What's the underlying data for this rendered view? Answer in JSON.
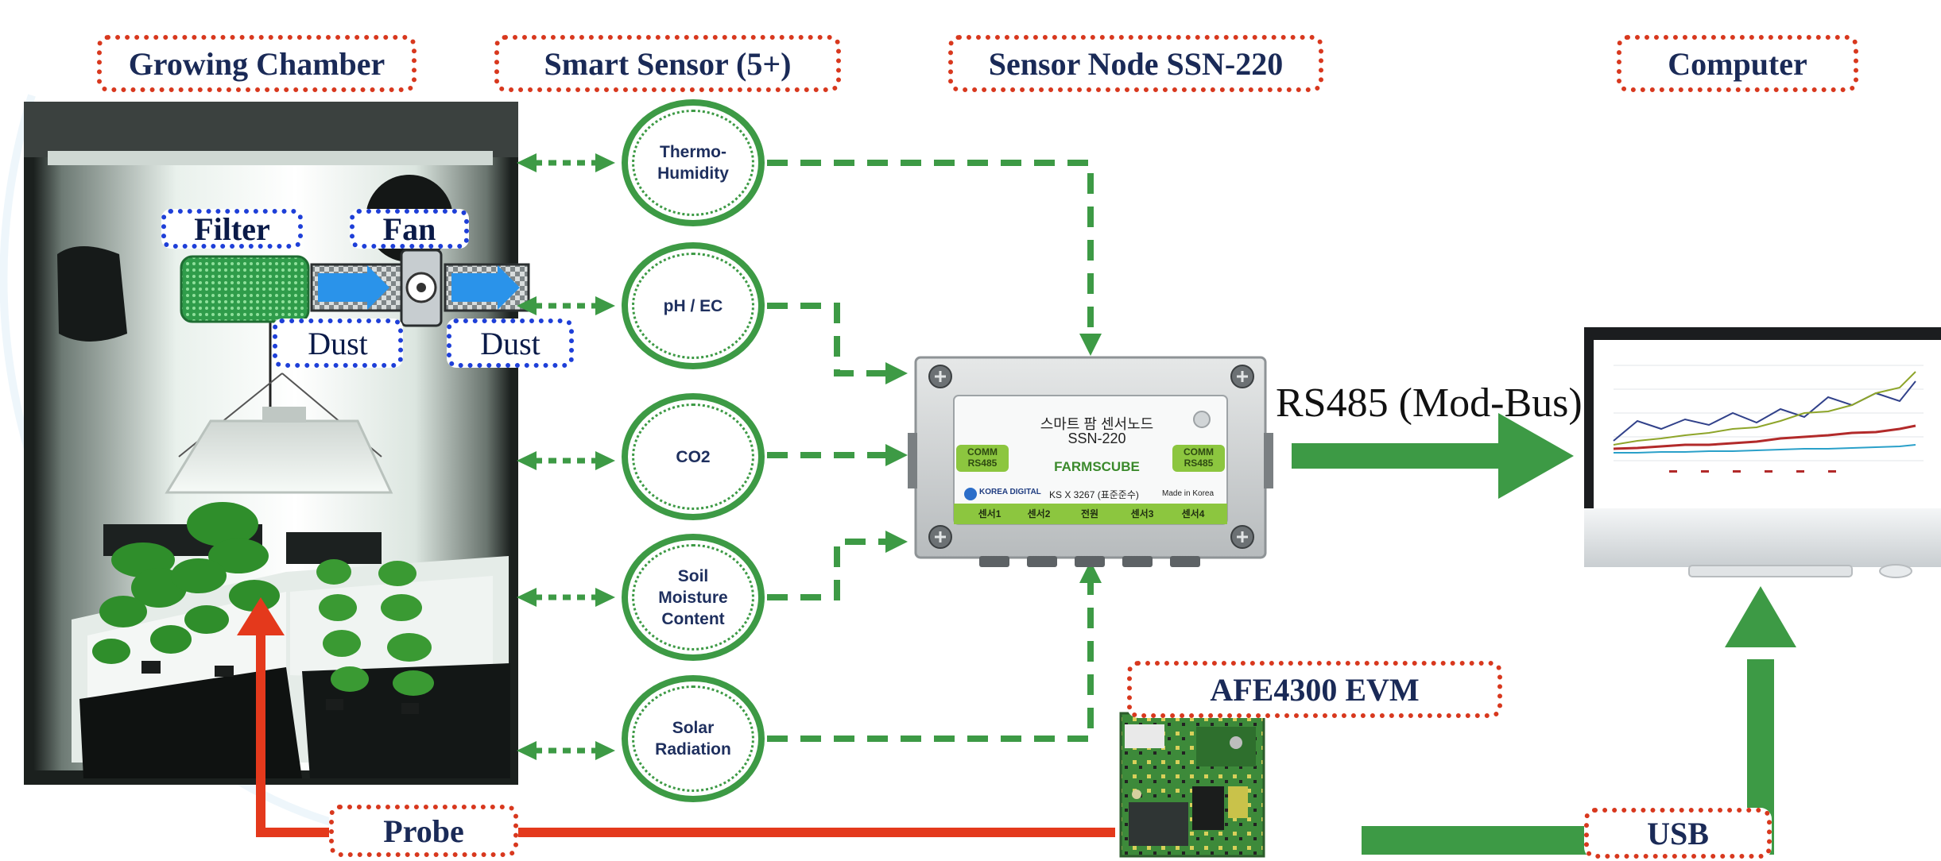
{
  "headers": {
    "growing_chamber": "Growing Chamber",
    "smart_sensor": "Smart Sensor (5+)",
    "sensor_node": "Sensor Node SSN-220",
    "computer": "Computer",
    "afe_evm": "AFE4300 EVM"
  },
  "chamber_labels": {
    "filter": "Filter",
    "fan": "Fan",
    "dust_left": "Dust",
    "dust_right": "Dust"
  },
  "sensors": [
    {
      "label": "Thermo-\nHumidity"
    },
    {
      "label": "pH / EC"
    },
    {
      "label": "CO2"
    },
    {
      "label": "Soil\nMoisture\nContent"
    },
    {
      "label": "Solar\nRadiation"
    }
  ],
  "node": {
    "title_ko": "스마트 팜 센서노드",
    "model": "SSN-220",
    "comm_left": "COMM\nRS485",
    "comm_right": "COMM\nRS485",
    "brand": "FARMSCUBE",
    "maker": "KOREA DIGITAL",
    "standard": "KS X 3267 (표준준수)",
    "origin": "Made in Korea",
    "ports": [
      "센서1",
      "센서2",
      "전원",
      "센서3",
      "센서4"
    ]
  },
  "links": {
    "rs485": "RS485 (Mod-Bus)",
    "probe": "Probe",
    "usb": "USB"
  },
  "colors": {
    "green": "#3d9a45",
    "red": "#e4391c",
    "box_border": "#d8381e",
    "blue_border": "#1e3fd8",
    "text_navy": "#1a2a57"
  }
}
